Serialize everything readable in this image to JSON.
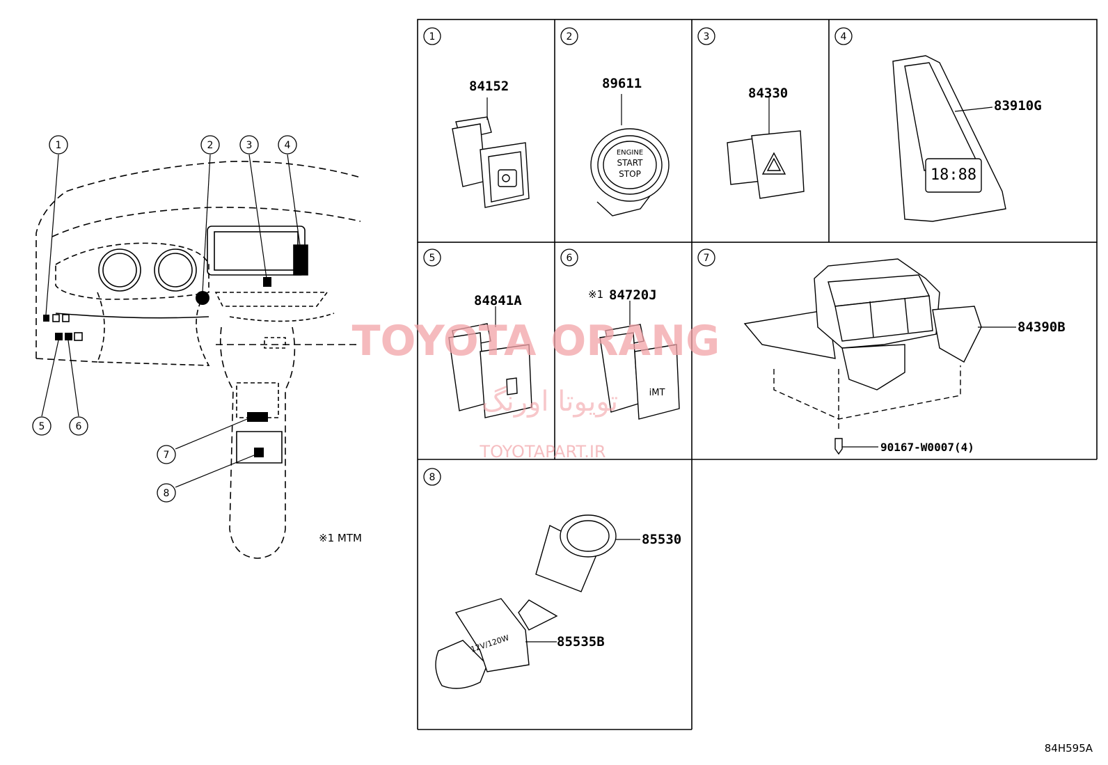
{
  "left_diagram": {
    "callouts": [
      "1",
      "2",
      "3",
      "4",
      "5",
      "6",
      "7",
      "8"
    ],
    "note": "※1 MTM"
  },
  "cells": [
    {
      "index": "1",
      "part": "84152"
    },
    {
      "index": "2",
      "part": "89611",
      "button_text": [
        "ENGINE",
        "START",
        "STOP"
      ]
    },
    {
      "index": "3",
      "part": "84330"
    },
    {
      "index": "4",
      "part": "83910G",
      "display_text": "18:88"
    },
    {
      "index": "5",
      "part": "84841A"
    },
    {
      "index": "6",
      "part": "84720J",
      "note_mark": "※1",
      "switch_text": "iMT"
    },
    {
      "index": "7",
      "part": "84390B",
      "fastener": "90167-W0007(4)"
    },
    {
      "index": "8",
      "parts": [
        "85530",
        "85535B"
      ],
      "socket_text": "12V/120W"
    }
  ],
  "watermark": {
    "title": "TOYOTA ORANG",
    "persian": "تویوتا اورنگ",
    "site": "TOYOTAPART.IR"
  },
  "figure_code": "84H595A"
}
